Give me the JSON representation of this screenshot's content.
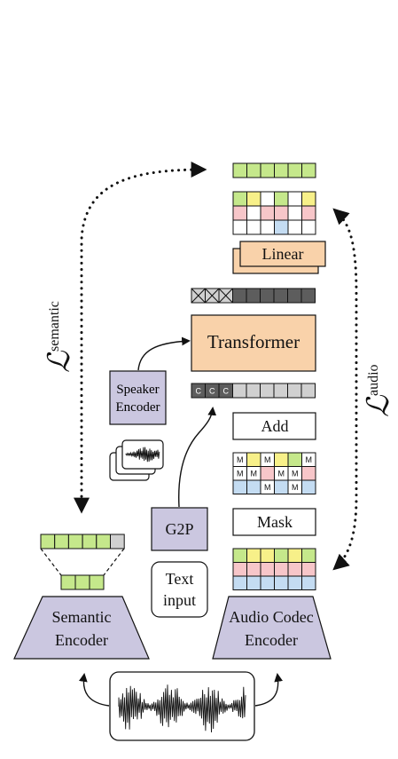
{
  "colors": {
    "green": "#c5e88b",
    "yellow": "#f7f089",
    "pink": "#f7c6c9",
    "blue": "#c4dcf2",
    "peach": "#f9d2aa",
    "lavender": "#cbc7e0",
    "dark": "#5d5d5d",
    "gray": "#d0d0d0",
    "white": "#ffffff"
  },
  "labels": {
    "linear": "Linear",
    "transformer": "Transformer",
    "speaker_encoder": [
      "Speaker",
      "Encoder"
    ],
    "add": "Add",
    "mask": "Mask",
    "g2p": "G2P",
    "text_input": [
      "Text",
      "input"
    ],
    "semantic_encoder": [
      "Semantic",
      "Encoder"
    ],
    "audio_codec_encoder": [
      "Audio Codec",
      "Encoder"
    ],
    "loss_semantic_symbol": "ℒ",
    "loss_semantic_sup": "semantic",
    "loss_audio_symbol": "ℒ",
    "loss_audio_sup": "audio",
    "mask_token": "M",
    "cond_token": "C"
  },
  "tokens": {
    "semantic_target": [
      "green",
      "green",
      "green",
      "green",
      "green",
      "green"
    ],
    "logits_grid": [
      [
        "green",
        "yellow",
        "white",
        "green",
        "white",
        "yellow"
      ],
      [
        "pink",
        "white",
        "pink",
        "pink",
        "white",
        "pink"
      ],
      [
        "white",
        "white",
        "white",
        "blue",
        "white",
        "white"
      ]
    ],
    "output_seq": [
      "x",
      "x",
      "x",
      "dark",
      "dark",
      "dark",
      "dark",
      "dark",
      "dark"
    ],
    "input_seq": [
      "c",
      "c",
      "c",
      "gray",
      "gray",
      "gray",
      "gray",
      "gray",
      "gray"
    ],
    "masked_grid": [
      [
        "M:white",
        "yellow",
        "M:white",
        "yellow",
        "green",
        "M:white"
      ],
      [
        "M:white",
        "M:white",
        "pink",
        "M:white",
        "M:white",
        "pink"
      ],
      [
        "blue",
        "blue",
        "M:white",
        "blue",
        "M:white",
        "blue"
      ]
    ],
    "codec_grid": [
      [
        "green",
        "yellow",
        "yellow",
        "green",
        "yellow",
        "green"
      ],
      [
        "pink",
        "pink",
        "pink",
        "pink",
        "pink",
        "pink"
      ],
      [
        "blue",
        "blue",
        "blue",
        "blue",
        "blue",
        "blue"
      ]
    ],
    "semantic_out_top": [
      "green",
      "green",
      "green",
      "green",
      "green",
      "gray"
    ],
    "semantic_out_bottom": [
      "green",
      "green",
      "green"
    ]
  }
}
